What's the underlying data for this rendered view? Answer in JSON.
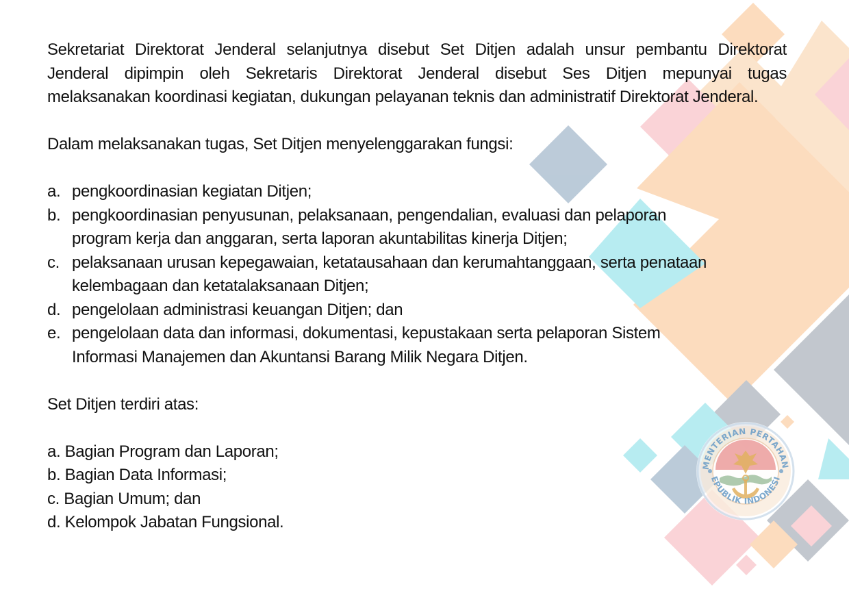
{
  "document": {
    "paragraph1_lines": [
      "Sekretariat Direktorat Jenderal selanjutnya disebut Set Ditjen adalah unsur pembantu Direktorat",
      "Jenderal dipimpin oleh Sekretaris Direktorat Jenderal disebut Ses Ditjen mepunyai tugas",
      "melaksanakan koordinasi kegiatan, dukungan pelayanan teknis dan administratif Direktorat Jenderal."
    ],
    "functions_intro": "Dalam melaksanakan tugas, Set Ditjen menyelenggarakan fungsi:",
    "functions": [
      {
        "marker": "a.",
        "lines": [
          "pengkoordinasian kegiatan Ditjen;"
        ]
      },
      {
        "marker": "b.",
        "lines": [
          "pengkoordinasian  penyusunan,  pelaksanaan, pengendalian,  evaluasi  dan  pelaporan",
          "program  kerja dan  anggaran,  serta  laporan  akuntabilitas  kinerja  Ditjen;"
        ]
      },
      {
        "marker": "c.",
        "lines": [
          "pelaksanaan  urusan  kepegawaian,  ketatausahaan  dan kerumahtanggaan, serta penataan",
          "kelembagaan  dan ketatalaksanaan Ditjen;"
        ]
      },
      {
        "marker": "d.",
        "lines": [
          "pengelolaan administrasi keuangan Ditjen; dan"
        ]
      },
      {
        "marker": "e.",
        "lines": [
          "pengelolaan  data  dan  informasi,  dokumentasi, kepustakaan  serta  pelaporan  Sistem",
          "Informasi Manajemen dan Akuntansi Barang Milik Negara Ditjen."
        ]
      }
    ],
    "composition_intro": "Set Ditjen terdiri atas:",
    "composition": [
      "a. Bagian Program dan Laporan;",
      "b. Bagian Data Informasi;",
      "c. Bagian Umum; dan",
      "d. Kelompok Jabatan Fungsional."
    ]
  },
  "emblem": {
    "icon": "kementerian-pertahanan-seal-icon",
    "text_top": "KEMENTERIAN PERTAHANAN",
    "text_bottom": "REPUBLIK INDONESIA"
  },
  "colors": {
    "text": "#111111",
    "peach": "#f9d3ab",
    "orange": "#fbc694",
    "pink": "#f7b6bd",
    "cyan": "#a9e6ec",
    "steel": "#a9bccd",
    "gray": "#b8bdc6",
    "emblem_ring": "#6fa0c8",
    "emblem_red": "#e06666"
  }
}
